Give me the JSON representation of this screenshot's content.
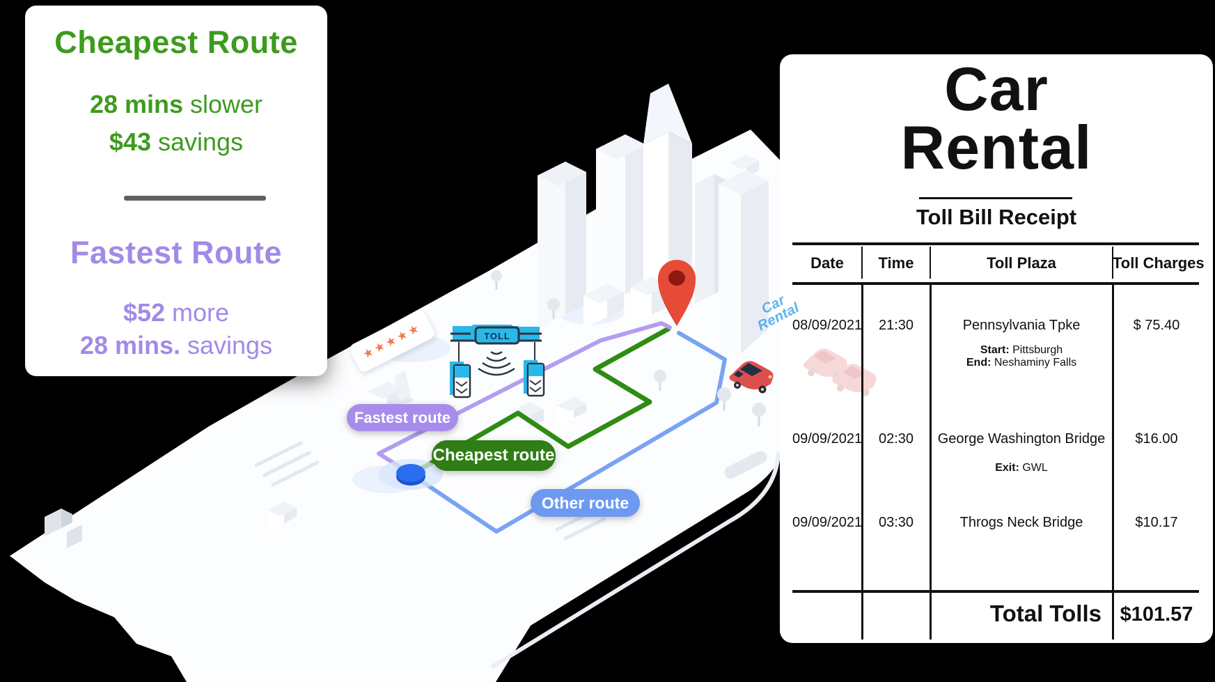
{
  "scene": {
    "background": "#000000"
  },
  "left_card": {
    "cheapest_title": "Cheapest Route",
    "cheapest_stat1_bold": "28 mins",
    "cheapest_stat1_rest": " slower",
    "cheapest_stat2_bold": "$43",
    "cheapest_stat2_rest": " savings",
    "fastest_title": "Fastest Route",
    "fastest_stat1_bold": "$52",
    "fastest_stat1_rest": " more",
    "fastest_stat2_bold": "28 mins.",
    "fastest_stat2_rest": " savings"
  },
  "map": {
    "route_labels": {
      "fastest": "Fastest route",
      "cheapest": "Cheapest route",
      "other": "Other route"
    },
    "toll_sign_text": "TOLL",
    "billboard_stars": "★★★★★",
    "phone_logo": {
      "line1": "Car",
      "line2": "Rental"
    },
    "colors": {
      "route_fastest": "#b49df1",
      "route_cheapest": "#2f8c13",
      "route_other": "#79a3f3",
      "pill_fastest": "#a78ceb",
      "pill_cheapest": "#2f7d15",
      "pill_other": "#6d9af0",
      "toll_cyan": "#29b8ea",
      "pin_red": "#e64b38",
      "start_dot_blue": "#2a6df0",
      "stars_orange": "#f2794b"
    }
  },
  "receipt": {
    "title_line1": "Car",
    "title_line2": "Rental",
    "subtitle": "Toll Bill Receipt",
    "columns": {
      "date": "Date",
      "time": "Time",
      "plaza": "Toll Plaza",
      "charges": "Toll Charges"
    },
    "rows": [
      {
        "date": "08/09/2021",
        "time": "21:30",
        "plaza": "Pennsylvania Tpke",
        "detail1_label": "Start:",
        "detail1_value": " Pittsburgh",
        "detail2_label": "End:",
        "detail2_value": " Neshaminy Falls",
        "charge": "$ 75.40"
      },
      {
        "date": "09/09/2021",
        "time": "02:30",
        "plaza": "George Washington Bridge",
        "detail1_label": "Exit:",
        "detail1_value": " GWL",
        "charge": "$16.00"
      },
      {
        "date": "09/09/2021",
        "time": "03:30",
        "plaza": "Throgs Neck Bridge",
        "charge": "$10.17"
      }
    ],
    "total_label": "Total Tolls",
    "total_value": "$101.57"
  },
  "text_colors": {
    "heading_green": "#3d9b1e",
    "heading_purple": "#a18ae8",
    "divider_gray": "#5f5f5f"
  }
}
